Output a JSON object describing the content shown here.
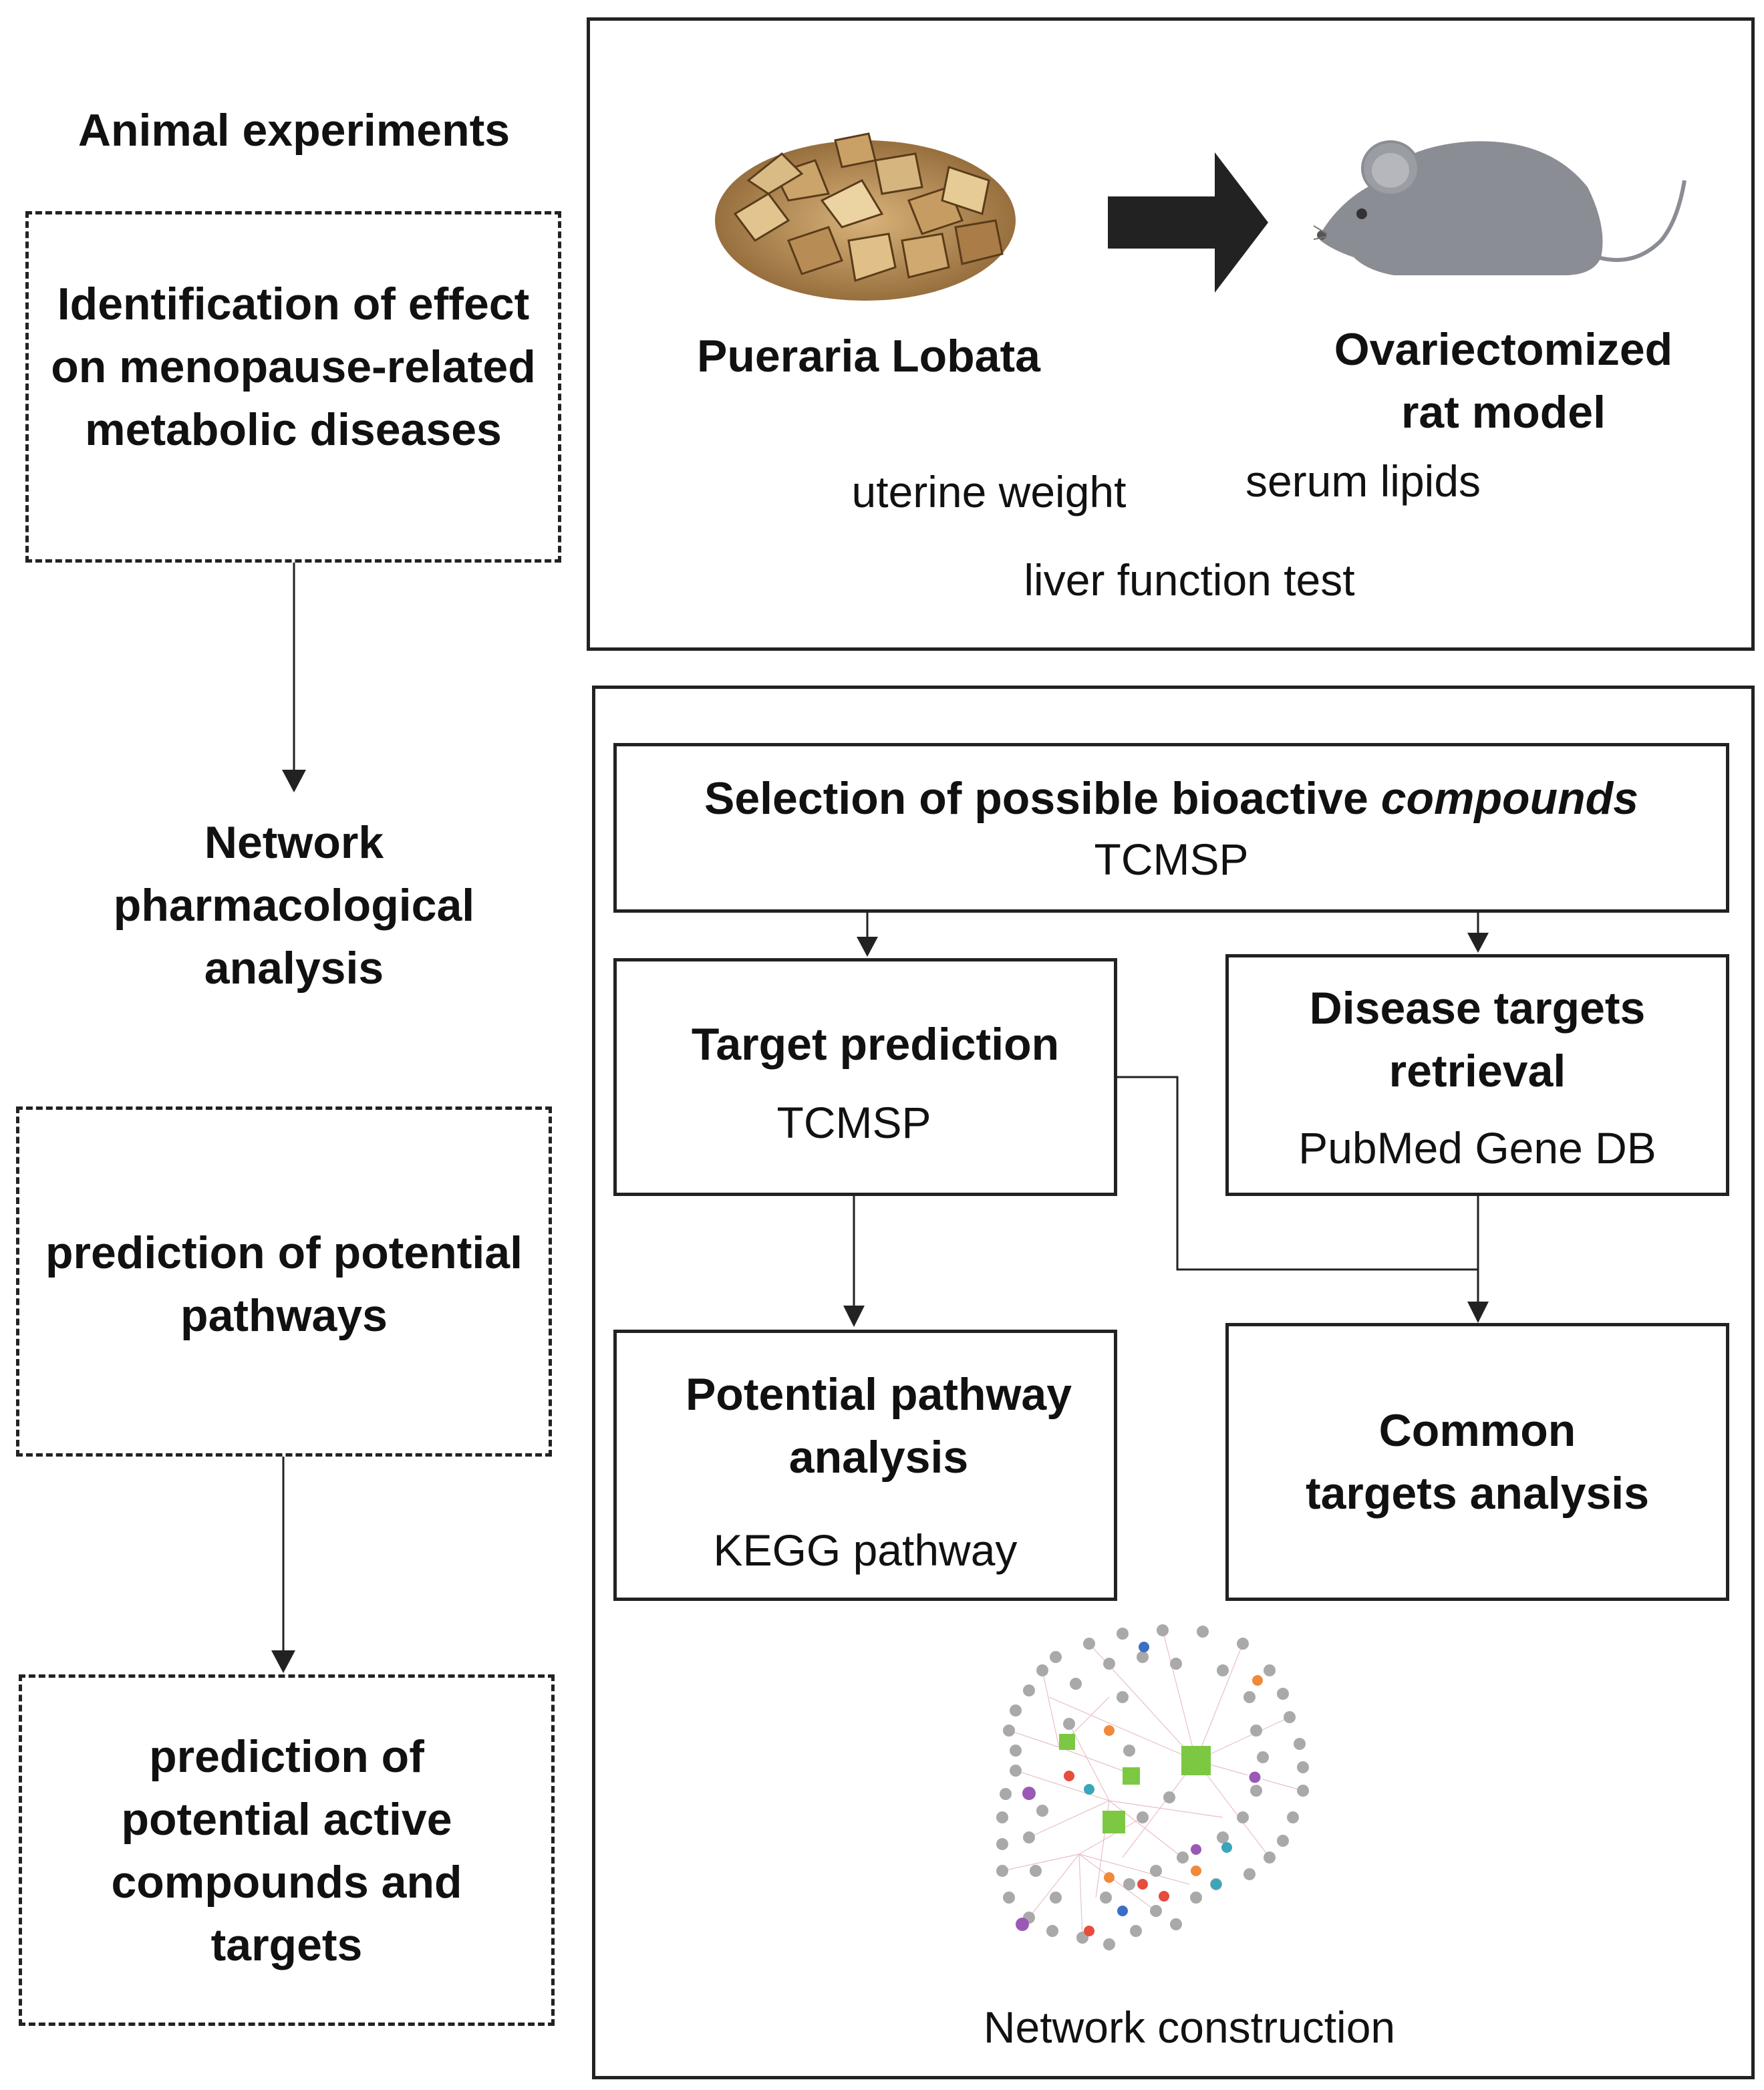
{
  "left": {
    "animal_experiments": "Animal experiments",
    "identification": "Identification of effect on menopause-related metabolic diseases",
    "network_pharm": "Network pharmacological analysis",
    "prediction_pathways": "prediction of potential pathways",
    "prediction_compounds": "prediction of potential active compounds and targets"
  },
  "top_panel": {
    "pueraria": "Pueraria Lobata",
    "ovx_line1": "Ovariectomized",
    "ovx_line2": "rat model",
    "uterine": "uterine weight",
    "serum": "serum lipids",
    "liver": "liver function test"
  },
  "bottom_panel": {
    "selection_title_prefix": "Selection of possible bioactive ",
    "selection_title_italic": "compounds",
    "selection_sub": "TCMSP",
    "target_title": "Target prediction",
    "target_sub": "TCMSP",
    "disease_title_l1": "Disease targets",
    "disease_title_l2": "retrieval",
    "disease_sub": "PubMed Gene DB",
    "pathway_title_l1": "Potential pathway",
    "pathway_title_l2": "analysis",
    "pathway_sub": "KEGG pathway",
    "common_l1": "Common",
    "common_l2": "targets analysis",
    "network_caption": "Network construction"
  },
  "colors": {
    "stroke": "#222222",
    "network_hub": "#7cc843",
    "network_node": "#a9a9a9",
    "rat_body": "#8a8d93",
    "wood": "#b58a55"
  }
}
